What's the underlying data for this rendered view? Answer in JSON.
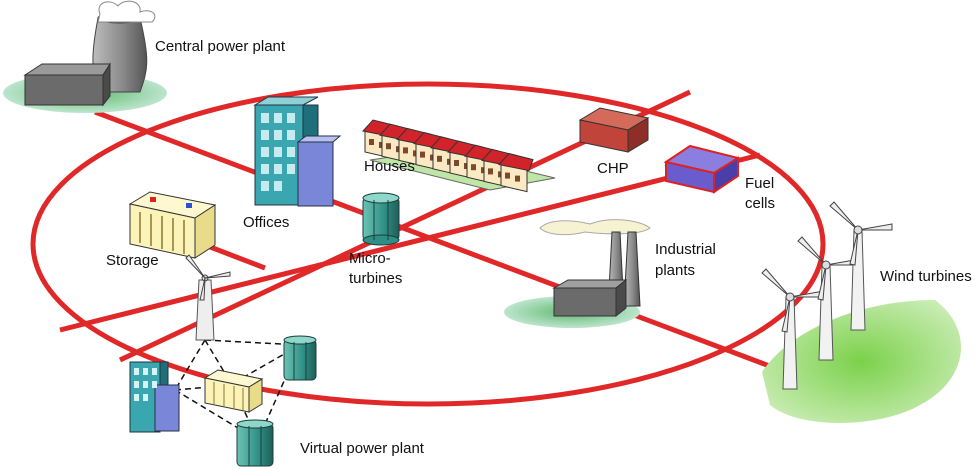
{
  "labels": {
    "central_power_plant": "Central power plant",
    "offices": "Offices",
    "houses": "Houses",
    "chp": "CHP",
    "fuel_cells_1": "Fuel",
    "fuel_cells_2": "cells",
    "storage": "Storage",
    "micro_turbines_1": "Micro-",
    "micro_turbines_2": "turbines",
    "industrial_plants_1": "Industrial",
    "industrial_plants_2": "plants",
    "wind_turbines": "Wind turbines",
    "virtual_power_plant": "Virtual power plant"
  },
  "colors": {
    "grid_line": "#e02828",
    "ground_green": "#7bd14b",
    "chp_red": "#c0443a",
    "fuel_cell_purple": "#6a5ccc",
    "office_teal": "#3aa6b0",
    "office_blue": "#7a86d8",
    "turbine_teal": "#2f8f86",
    "storage_cream": "#fbf3b8"
  }
}
